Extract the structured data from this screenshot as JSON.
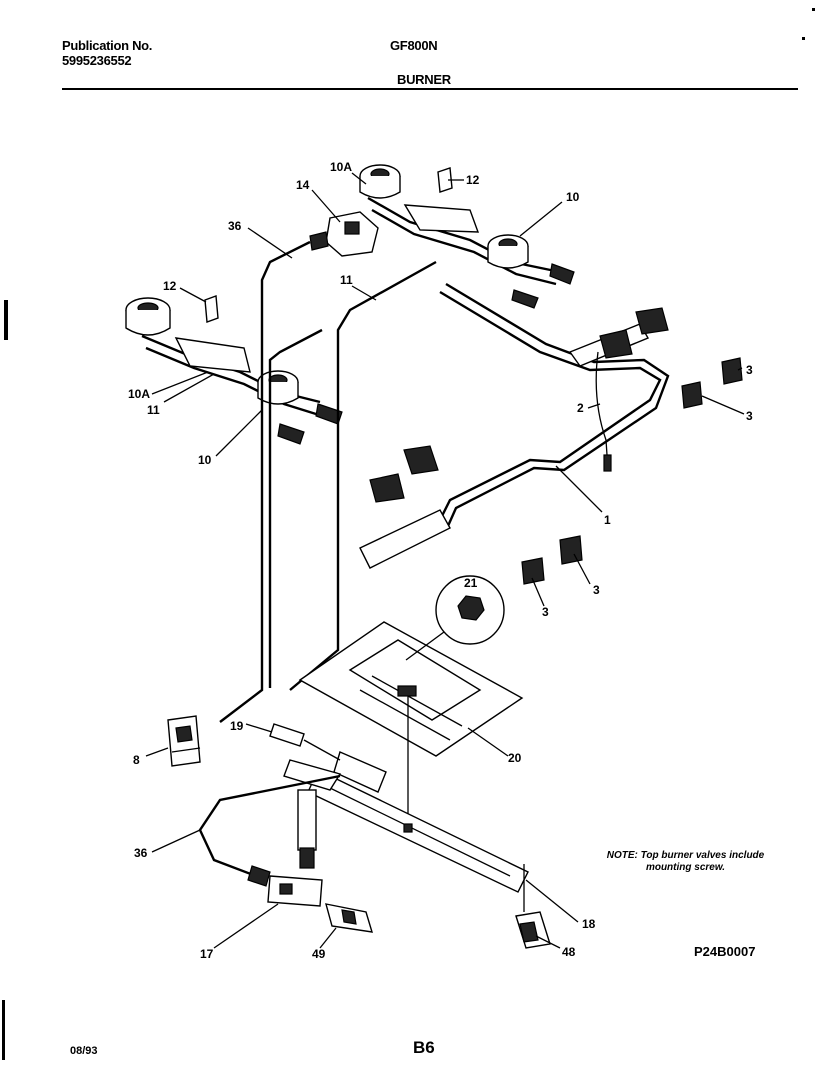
{
  "header": {
    "publication_label": "Publication No.",
    "publication_number": "5995236552",
    "model": "GF800N",
    "section": "BURNER"
  },
  "labels": {
    "p10A_top": "10A",
    "p14": "14",
    "p12_top": "12",
    "p10_top": "10",
    "p36_top": "36",
    "p11_top": "11",
    "p12_left": "12",
    "p10A_left": "10A",
    "p11_left": "11",
    "p10_left": "10",
    "p3_a": "3",
    "p3_b": "3",
    "p2": "2",
    "p1": "1",
    "p3_c": "3",
    "p3_d": "3",
    "p21": "21",
    "p8": "8",
    "p19": "19",
    "p20": "20",
    "p36_bottom": "36",
    "p18": "18",
    "p17": "17",
    "p49": "49",
    "p48": "48"
  },
  "note": "NOTE: Top burner valves include mounting screw.",
  "diagram_code": "P24B0007",
  "footer": {
    "date": "08/93",
    "page": "B6"
  }
}
